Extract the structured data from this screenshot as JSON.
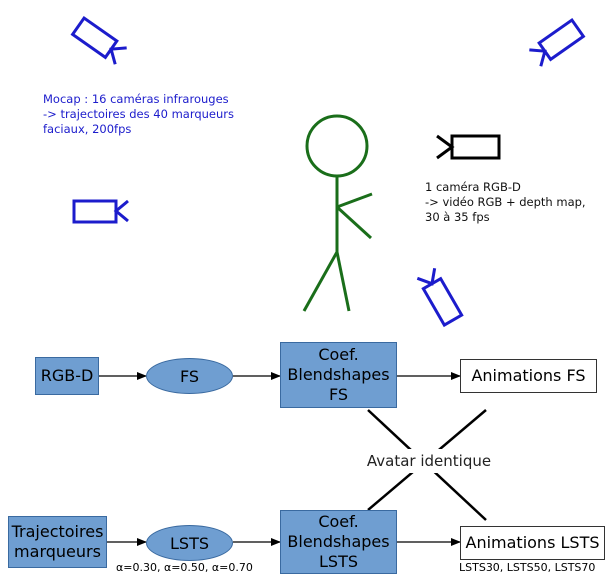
{
  "annotations": {
    "mocap_text": "Mocap : 16 caméras infrarouges\n-> trajectoires des 40 marqueurs\nfaciaux, 200fps",
    "rgbd_text": "1 caméra RGB-D\n-> vidéo RGB + depth map,\n30 à 35 fps"
  },
  "nodes": {
    "rgbd_box": "RGB-D",
    "fs_ellipse": "FS",
    "coef_fs": "Coef.\nBlendshapes\nFS",
    "anim_fs": "Animations FS",
    "trajectoires": "Trajectoires\nmarqueurs",
    "lsts_ellipse": "LSTS",
    "coef_lsts": "Coef.\nBlendshapes\nLSTS",
    "anim_lsts": "Animations LSTS"
  },
  "labels": {
    "alpha": "α=0.30, α=0.50, α=0.70",
    "lsts_variants": "LSTS30, LSTS50, LSTS70",
    "avatar": "Avatar identique"
  },
  "colors": {
    "mocap_camera": "#1c1ccc",
    "person": "#1a6e1a",
    "rgbd_camera": "#000000",
    "box_fill": "#6f9ed1",
    "box_border": "#3a6aa0"
  },
  "icons": [
    "infrared-camera-icon",
    "rgbd-camera-icon",
    "stick-figure-icon"
  ]
}
